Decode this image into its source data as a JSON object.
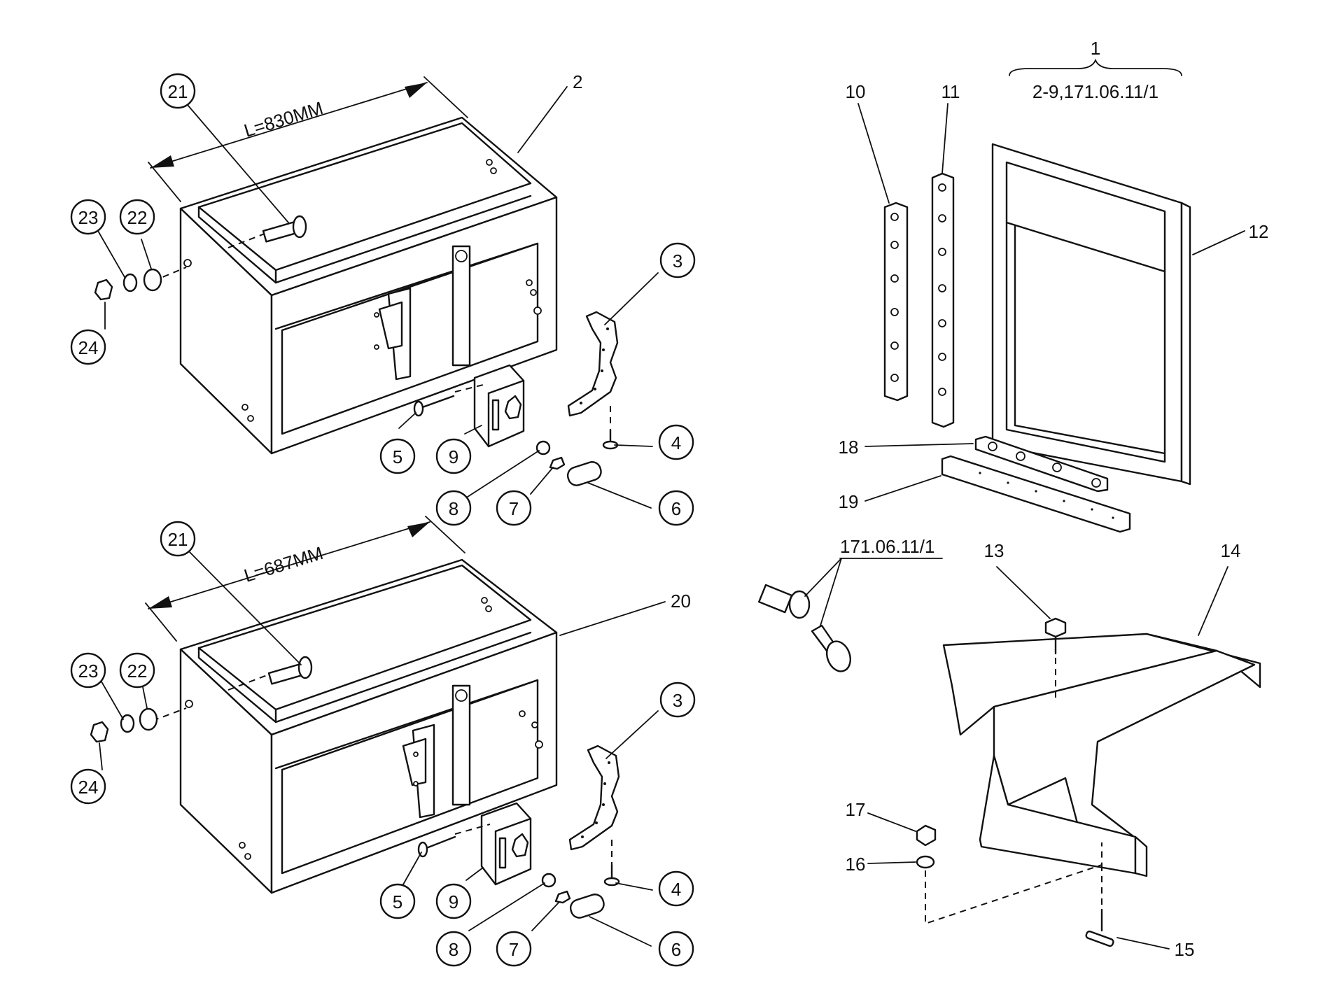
{
  "dims": {
    "top": "L=830MM",
    "bottom": "L=687MM"
  },
  "labels": {
    "item1": "1",
    "item1_ref": "2-9,171.06.11/1",
    "lock_ref": "171.06.11/1"
  },
  "callouts_top": {
    "c21": "21",
    "c2": "2",
    "c23": "23",
    "c22": "22",
    "c24": "24",
    "c3": "3",
    "c4": "4",
    "c5": "5",
    "c9": "9",
    "c8": "8",
    "c7": "7",
    "c6": "6"
  },
  "callouts_bottom": {
    "c21": "21",
    "c20": "20",
    "c23": "23",
    "c22": "22",
    "c24": "24",
    "c3": "3",
    "c4": "4",
    "c5": "5",
    "c9": "9",
    "c8": "8",
    "c7": "7",
    "c6": "6"
  },
  "callouts_right": {
    "c10": "10",
    "c11": "11",
    "c12": "12",
    "c18": "18",
    "c19": "19",
    "c13": "13",
    "c14": "14",
    "c17": "17",
    "c16": "16",
    "c15": "15"
  }
}
